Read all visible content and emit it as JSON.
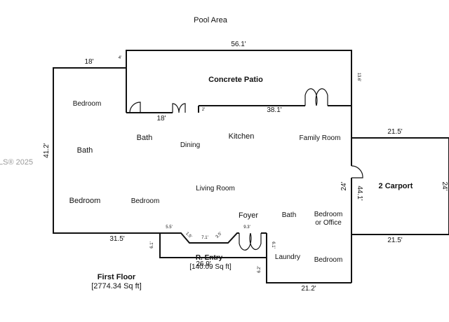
{
  "watermark": "LS® 2025",
  "area_label": "Pool Area",
  "rooms": {
    "concrete_patio": "Concrete Patio",
    "bedroom_nw": "Bedroom",
    "bath_w": "Bath",
    "bath_center": "Bath",
    "dining": "Dining",
    "kitchen": "Kitchen",
    "family_room": "Family Room",
    "bedroom_sw": "Bedroom",
    "bedroom_s": "Bedroom",
    "living_room": "Living Room",
    "foyer": "Foyer",
    "bath_se": "Bath",
    "bedroom_office_1": "Bedroom",
    "bedroom_office_2": "or Office",
    "laundry": "Laundry",
    "bedroom_se": "Bedroom",
    "carport": "2 Carport",
    "r_entry": "R. Entry"
  },
  "dimensions": {
    "patio_top": "56.1'",
    "patio_right": "13.6'",
    "patio_left_tiny": "4'",
    "top_left": "18'",
    "patio_bottom_left": "18'",
    "patio_bottom_tiny": "2'",
    "patio_bottom_right": "38.1'",
    "left_side": "41.2'",
    "carport_top": "21.5'",
    "carport_bottom": "21.5'",
    "carport_right": "24'",
    "carport_left": "24'",
    "east_wall": "44.1'",
    "bottom_left": "31.5'",
    "entry_left": "6.1'",
    "entry_seg_1": "5.5'",
    "entry_seg_2": "1.5'",
    "entry_seg_3": "7.1'",
    "entry_seg_4": "3.5'",
    "entry_seg_5": "9.3'",
    "entry_bottom": "26.9'",
    "entry_right": "6.1'",
    "laundry_left": "6.2'",
    "bottom_right": "21.2'"
  },
  "legend": {
    "entry_area": "[140.09 Sq ft]",
    "floor_title": "First Floor",
    "floor_area": "[2774.34 Sq ft]"
  }
}
